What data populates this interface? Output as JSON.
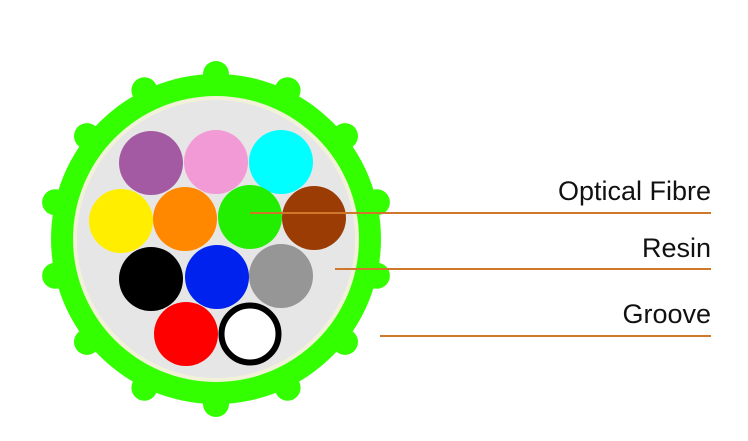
{
  "labels": {
    "optical_fibre": "Optical Fibre",
    "resin": "Resin",
    "groove": "Groove"
  },
  "colors": {
    "groove_green": "#33ff00",
    "resin_fill": "#e6e6e6",
    "resin_rim": "#f2f2d9",
    "leader_line": "#d0782a",
    "fibres": {
      "violet": "#a45aa2",
      "pink": "#f29ad6",
      "aqua": "#00ffff",
      "yellow": "#ffee00",
      "orange": "#ff8800",
      "green": "#22ee00",
      "brown": "#9a3c04",
      "black": "#000000",
      "blue": "#0022ee",
      "grey": "#969696",
      "red": "#ff0000",
      "white": "#ffffff"
    }
  },
  "fibre_count": 12
}
